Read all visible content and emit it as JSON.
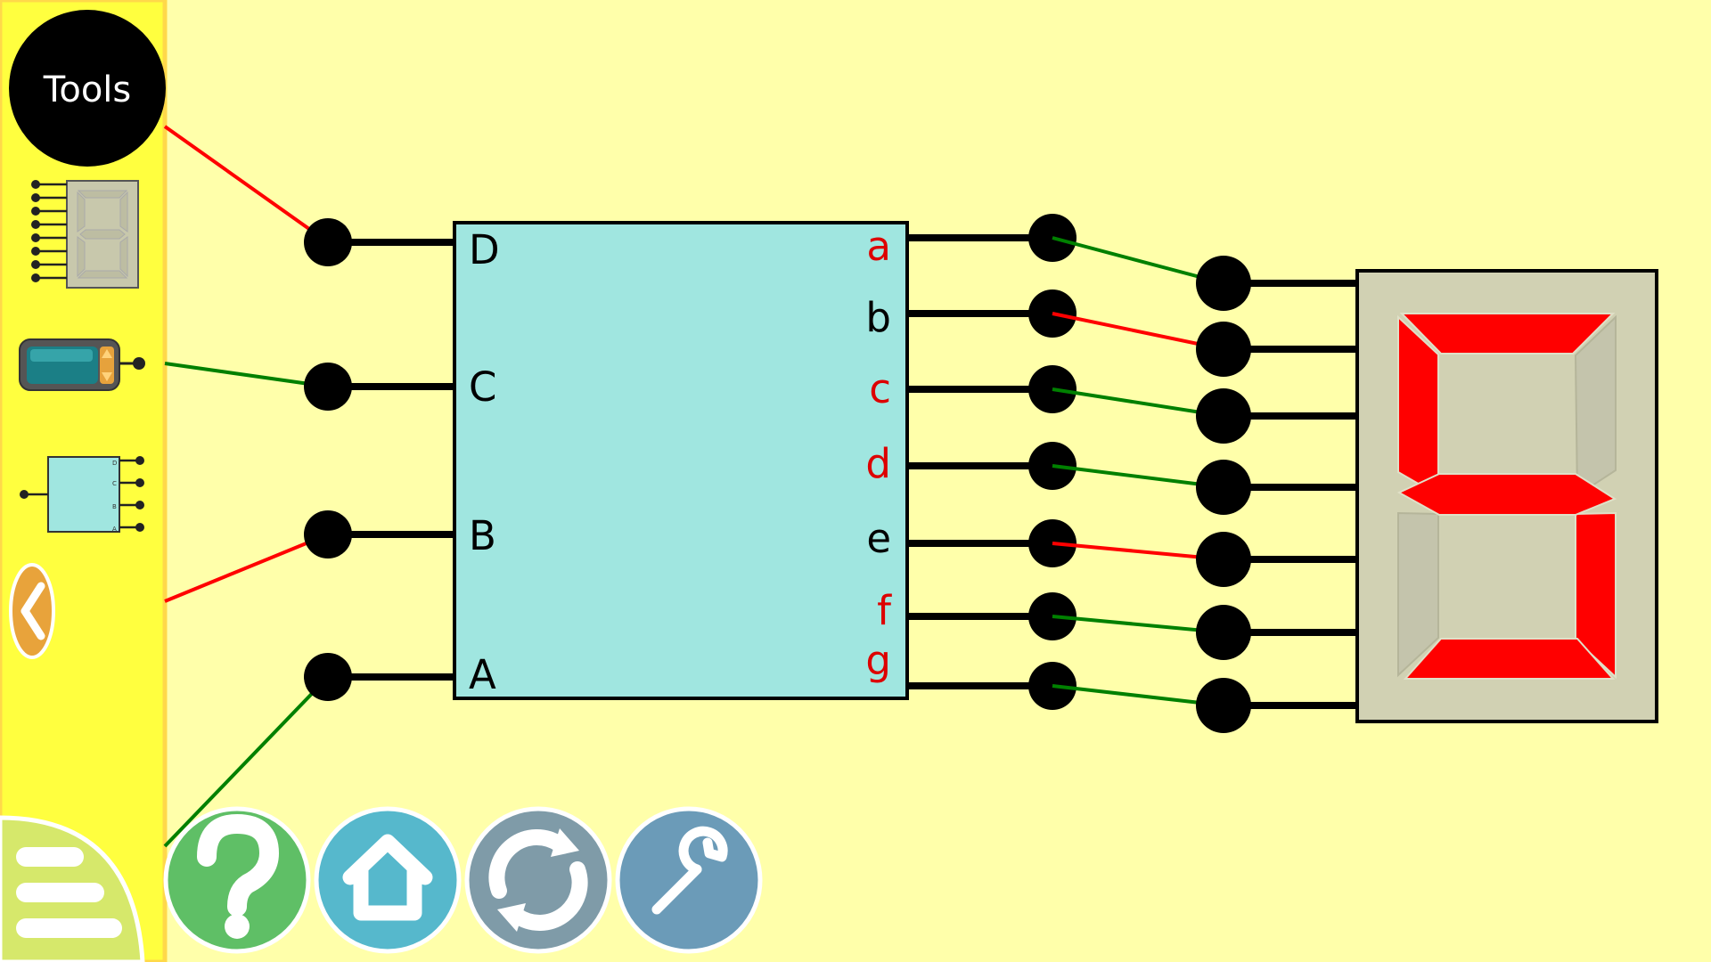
{
  "sidebar": {
    "tools_label": "Tools",
    "items": [
      {
        "name": "seven-segment-display-tool",
        "icon": "seven-segment-icon"
      },
      {
        "name": "number-switch-tool",
        "icon": "number-switch-icon"
      },
      {
        "name": "decoder-chip-tool",
        "icon": "decoder-chip-icon"
      }
    ],
    "collapse_icon": "chevron-left-icon",
    "menu_icon": "hamburger-menu-icon",
    "background_color": "#ffff3f"
  },
  "bottom_bar": {
    "buttons": [
      {
        "name": "help-button",
        "icon": "question-mark-icon",
        "color": "#5fbf66"
      },
      {
        "name": "home-button",
        "icon": "home-icon",
        "color": "#56b8cc"
      },
      {
        "name": "reload-button",
        "icon": "reload-icon",
        "color": "#7f9ba8"
      },
      {
        "name": "settings-button",
        "icon": "wrench-icon",
        "color": "#6b9bb8"
      }
    ]
  },
  "decoder": {
    "inputs": [
      "D",
      "C",
      "B",
      "A"
    ],
    "input_states": [
      1,
      0,
      1,
      0
    ],
    "outputs": [
      "a",
      "b",
      "c",
      "d",
      "e",
      "f",
      "g"
    ],
    "output_states": [
      1,
      0,
      1,
      1,
      0,
      1,
      1
    ],
    "body_color": "#a0e6e0",
    "active_label_color": "#dd0000",
    "inactive_label_color": "#000000"
  },
  "display": {
    "digit_shown": "5",
    "segments_on": {
      "a": true,
      "b": false,
      "c": true,
      "d": true,
      "e": false,
      "f": true,
      "g": true
    },
    "segment_on_color": "#ff0000",
    "segment_off_color": "#c4c4ac",
    "body_color": "#d1d1b3"
  },
  "wire_colors": {
    "high": "#ff0000",
    "low": "#008000",
    "lead": "#000000"
  }
}
